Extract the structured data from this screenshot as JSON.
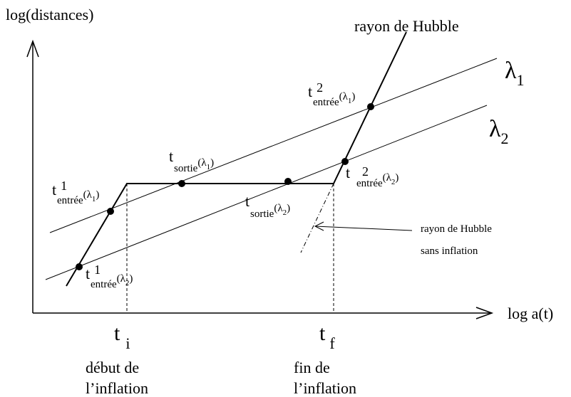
{
  "axes": {
    "y_label": "log(distances)",
    "x_label": "log a(t)"
  },
  "lines": {
    "hubble_radius": "rayon de Hubble",
    "lambda1": {
      "sym": "λ",
      "sub": "1"
    },
    "lambda2": {
      "sym": "λ",
      "sub": "2"
    },
    "no_inflation": {
      "line1": "rayon de Hubble",
      "line2": "sans inflation"
    }
  },
  "points": {
    "entree1_l1": {
      "t": "t",
      "sup": "1",
      "sub": "entrée",
      "arg": "(λ",
      "argsub": "1",
      "close": ")"
    },
    "entree1_l2": {
      "t": "t",
      "sup": "1",
      "sub": "entrée",
      "arg": "(λ",
      "argsub": "2",
      "close": ")"
    },
    "sortie_l1": {
      "t": "t",
      "sub": "sortie",
      "arg": "(λ",
      "argsub": "1",
      "close": ")"
    },
    "sortie_l2": {
      "t": "t",
      "sub": "sortie",
      "arg": "(λ",
      "argsub": "2",
      "close": ")"
    },
    "entree2_l1": {
      "t": "t",
      "sup": "2",
      "sub": "entrée",
      "arg": "(λ",
      "argsub": "1",
      "close": ")"
    },
    "entree2_l2": {
      "t": "t",
      "sup": "2",
      "sub": "entrée",
      "arg": "(λ",
      "argsub": "2",
      "close": ")"
    }
  },
  "ticks": {
    "ti": {
      "t": "t",
      "sub": "i"
    },
    "tf": {
      "t": "t",
      "sub": "f"
    }
  },
  "captions": {
    "start": {
      "line1": "début de",
      "line2": "l’inflation"
    },
    "end": {
      "line1": "fin de",
      "line2": "l’inflation"
    }
  }
}
